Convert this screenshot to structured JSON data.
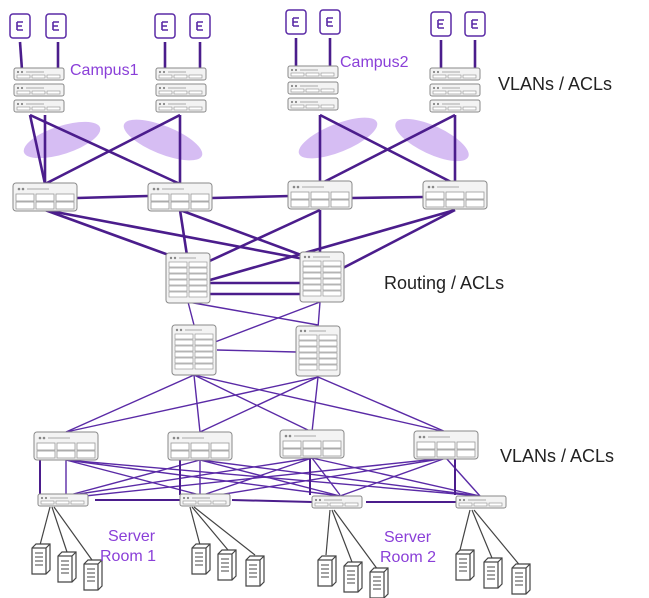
{
  "labels": {
    "campus1": "Campus1",
    "campus2": "Campus2",
    "tier_access": "VLANs / ACLs",
    "tier_core": "Routing / ACLs",
    "tier_dc": "VLANs / ACLs",
    "server_room1_line1": "Server",
    "server_room1_line2": "Room 1",
    "server_room2_line1": "Server",
    "server_room2_line2": "Room 2"
  },
  "colors": {
    "link": "#4b1d8c",
    "link_thin": "#5a2aa6",
    "text_purple": "#8a3fd8",
    "text_dark": "#222222",
    "ellipse": "#c9a8f0",
    "device_stroke": "#8a8a8a",
    "device_fill": "#f3f3f3",
    "ap_stroke": "#5a2aa6"
  },
  "icons": {
    "access_point": "access-point-icon",
    "switch": "switch-icon",
    "server": "server-icon"
  }
}
